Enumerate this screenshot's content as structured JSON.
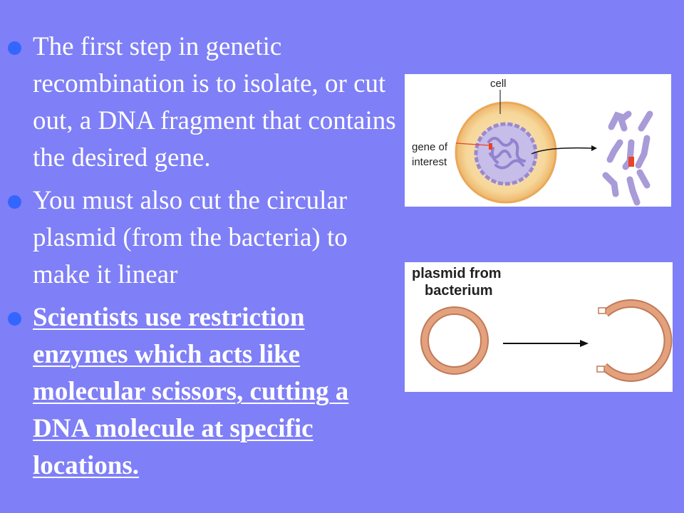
{
  "slide": {
    "bullets": [
      {
        "text": "The first step in genetic recombination is to isolate, or cut out, a DNA fragment that contains the desired gene."
      },
      {
        "text": "You must also cut the circular plasmid (from the bacteria) to make it linear"
      },
      {
        "text": "Scientists use restriction enzymes which acts like molecular scissors, cutting a DNA molecule at specific locations."
      }
    ]
  },
  "figure_cell": {
    "label_cell": "cell",
    "label_gene_line1": "gene of",
    "label_gene_line2": "interest"
  },
  "figure_plasmid": {
    "label_line1": "plasmid from",
    "label_line2": "bacterium"
  },
  "colors": {
    "background": "#7f7ff7",
    "bullet_dot": "#3366ff",
    "cell_fill": "#f6d79a",
    "chromosome": "#a99ad8",
    "gene": "#e8432a",
    "plasmid": "#d9916a"
  }
}
